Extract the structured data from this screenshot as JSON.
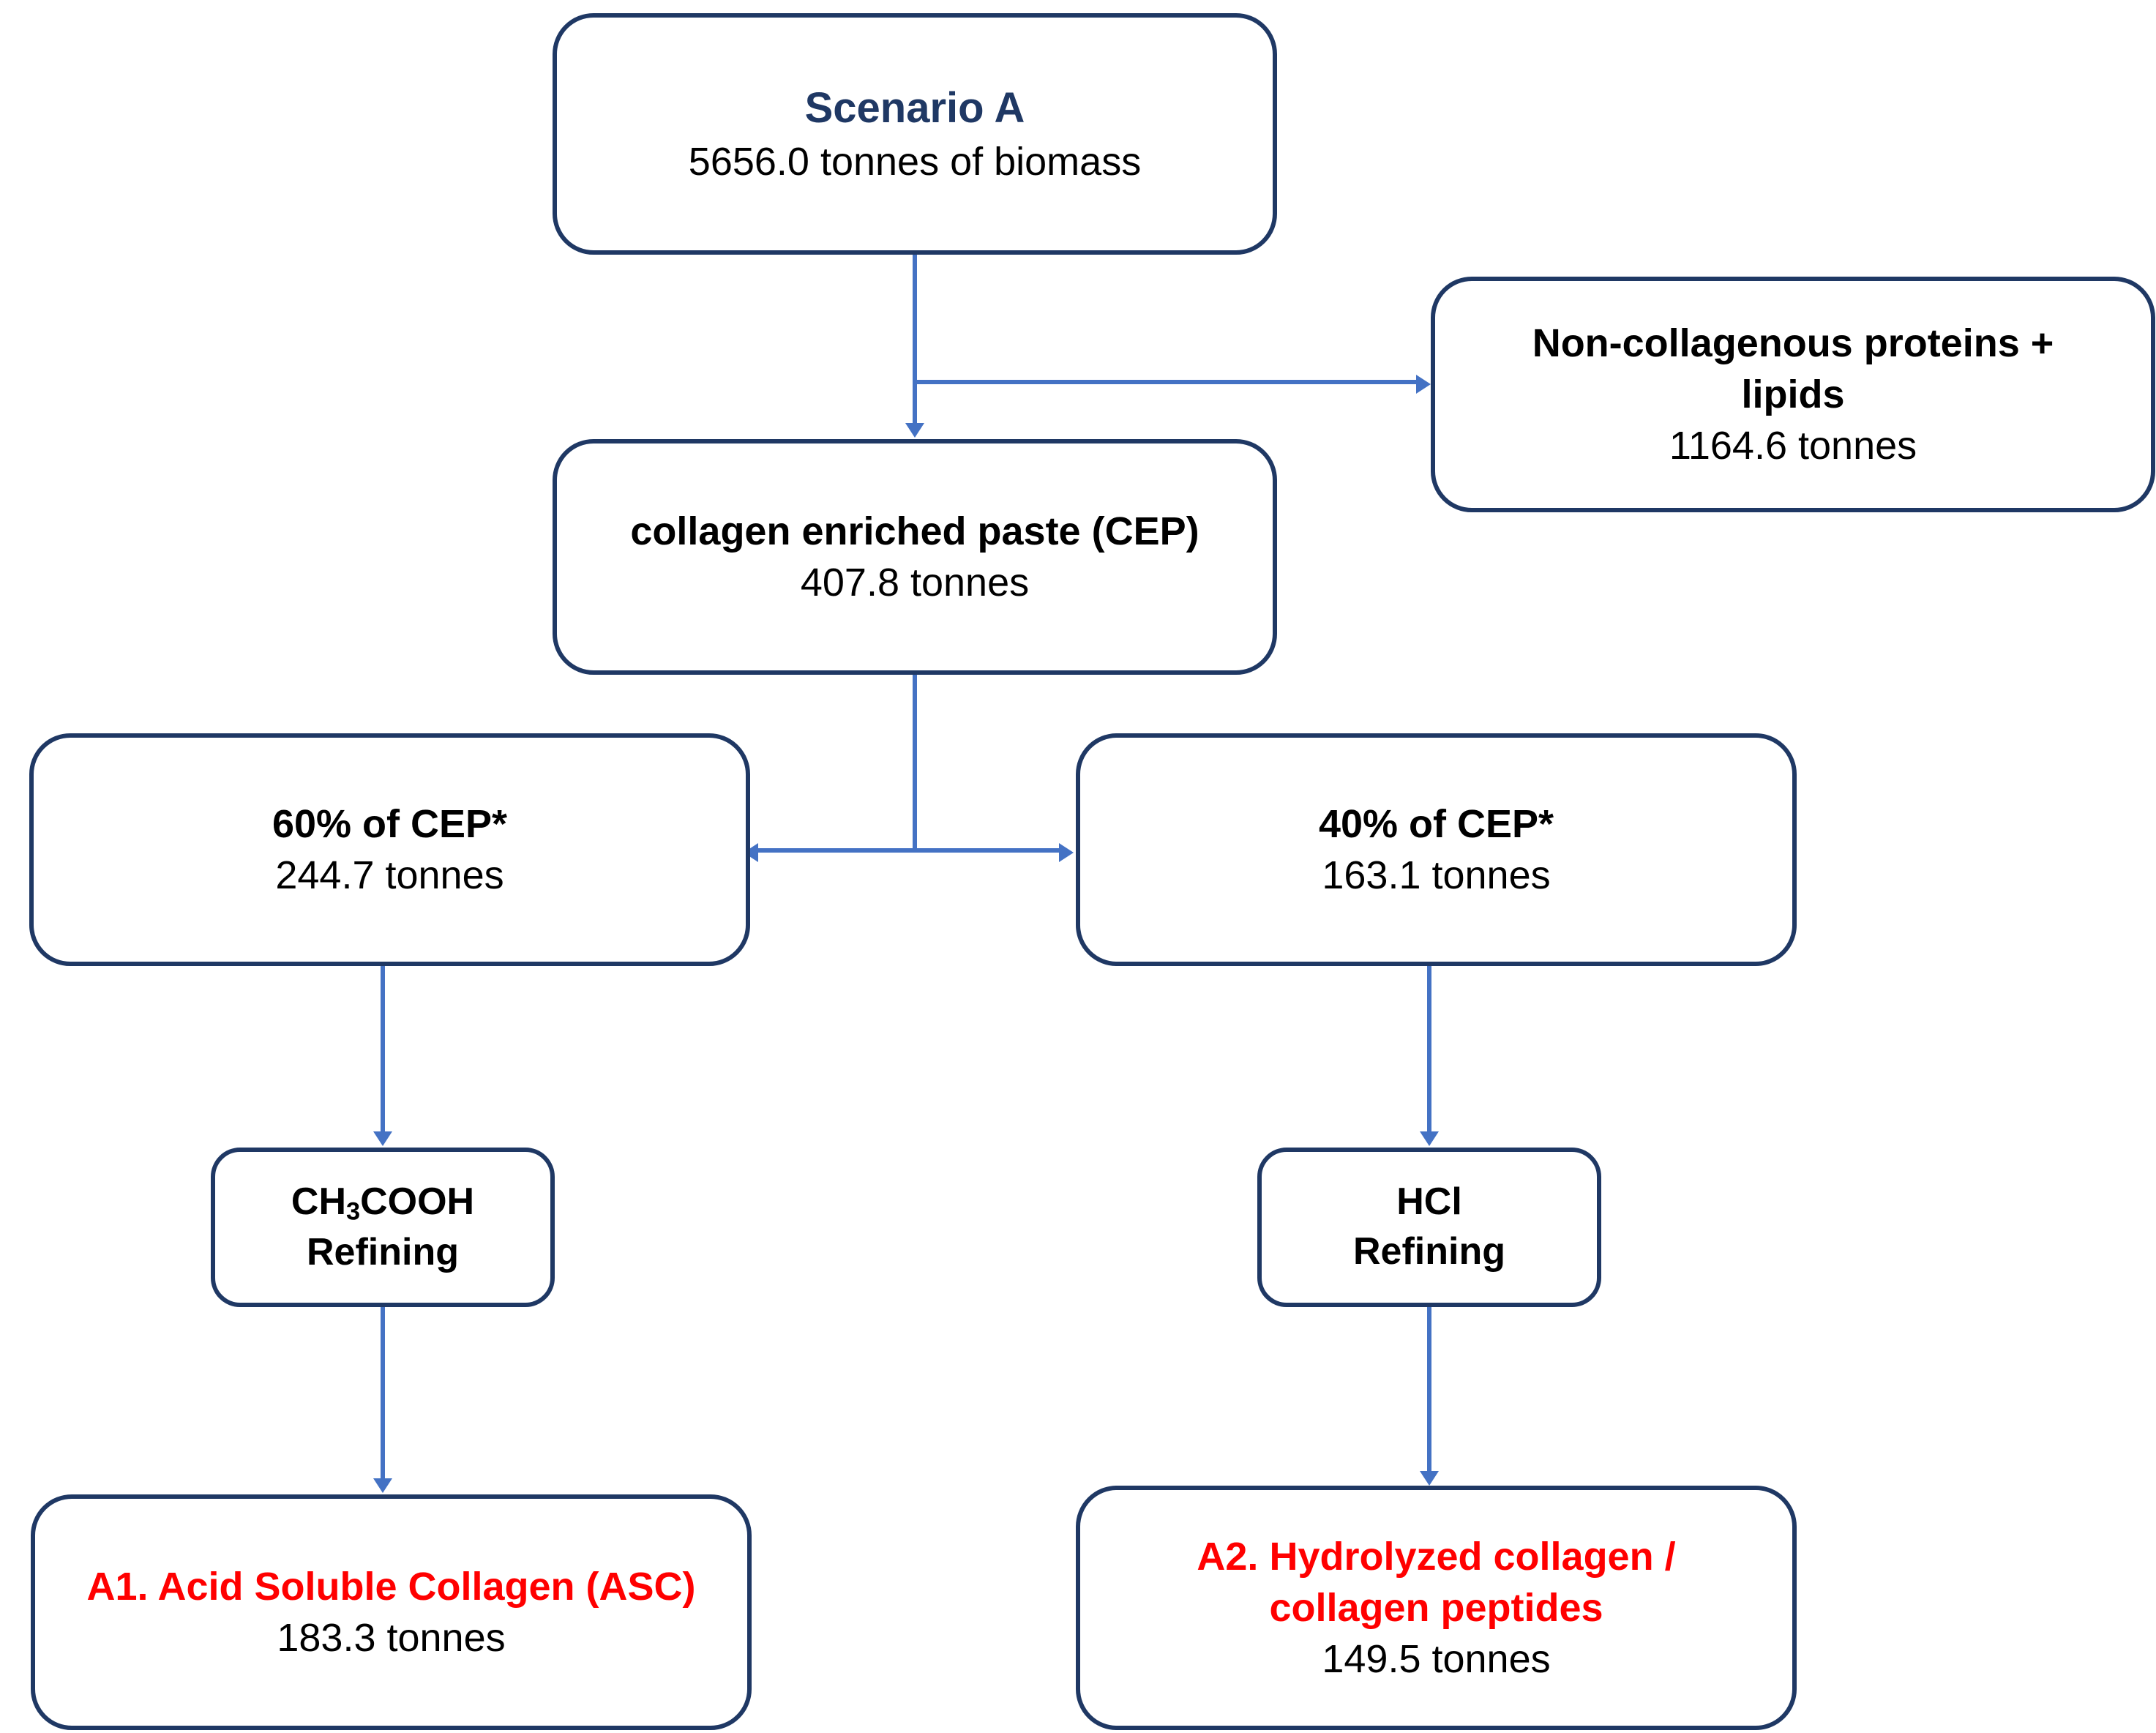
{
  "diagram": {
    "type": "flowchart",
    "title": "Scenario A",
    "unit": "tonnes",
    "colors": {
      "box_border": "#1F3864",
      "connector": "#4472C4",
      "title_text": "#1F3864",
      "product_text": "#FF0000",
      "body_text": "#000000",
      "background": "#FFFFFF"
    }
  },
  "nodes": {
    "scenario": {
      "title": "Scenario A",
      "value": "5656.0 tonnes of biomass"
    },
    "byproduct": {
      "title_line1": "Non-collagenous proteins +",
      "title_line2": "lipids",
      "value": "1164.6 tonnes"
    },
    "cep": {
      "title": "collagen enriched paste (CEP)",
      "value": "407.8 tonnes"
    },
    "split_left": {
      "title": "60% of CEP*",
      "value": "244.7 tonnes"
    },
    "split_right": {
      "title": "40% of CEP*",
      "value": "163.1 tonnes"
    },
    "refine_left": {
      "reagent_pre": "CH",
      "reagent_sub": "3",
      "reagent_post": "COOH",
      "process": "Refining"
    },
    "refine_right": {
      "reagent": "HCl",
      "process": "Refining"
    },
    "product_a1": {
      "title": "A1. Acid Soluble Collagen (ASC)",
      "value": "183.3 tonnes"
    },
    "product_a2": {
      "title_line1": "A2. Hydrolyzed collagen /",
      "title_line2": "collagen peptides",
      "value": "149.5 tonnes"
    }
  },
  "chart_data": {
    "type": "diagram",
    "title": "Scenario A mass balance flowchart",
    "flows": [
      {
        "from": "Scenario A",
        "to": "collagen enriched paste (CEP)",
        "value": 5656.0
      },
      {
        "from": "Scenario A",
        "to": "Non-collagenous proteins + lipids",
        "value": 1164.6
      },
      {
        "from": "collagen enriched paste (CEP)",
        "to": "60% of CEP*",
        "value": 244.7
      },
      {
        "from": "collagen enriched paste (CEP)",
        "to": "40% of CEP*",
        "value": 163.1
      },
      {
        "from": "60% of CEP*",
        "to": "CH3COOH Refining",
        "value": 244.7
      },
      {
        "from": "40% of CEP*",
        "to": "HCl Refining",
        "value": 163.1
      },
      {
        "from": "CH3COOH Refining",
        "to": "A1. Acid Soluble Collagen (ASC)",
        "value": 183.3
      },
      {
        "from": "HCl Refining",
        "to": "A2. Hydrolyzed collagen / collagen peptides",
        "value": 149.5
      }
    ],
    "values": {
      "biomass": 5656.0,
      "non_collagenous_proteins_lipids": 1164.6,
      "collagen_enriched_paste": 407.8,
      "cep_60_percent": 244.7,
      "cep_40_percent": 163.1,
      "acid_soluble_collagen": 183.3,
      "hydrolyzed_collagen_peptides": 149.5
    }
  }
}
